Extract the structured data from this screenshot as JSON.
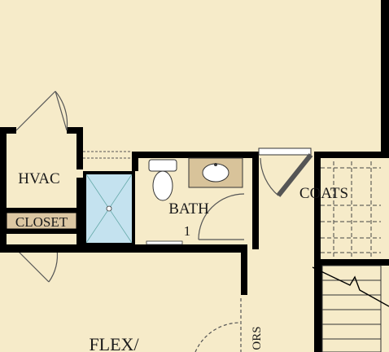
{
  "floorplan": {
    "colors": {
      "floor": "#f6ebc9",
      "wall": "#000000",
      "fixture": "#ffffff",
      "shower_glass": "#c4e2ef",
      "vanity_counter": "#d8c39a",
      "closet_band": "#dcc7a3",
      "thin_line": "#555555"
    },
    "rooms": {
      "hvac": "HVAC",
      "closet": "CLOSET",
      "bath": "BATH",
      "bath_number": "1",
      "coats": "COATS",
      "flex": "FLEX/",
      "doors_fragment": "ORS"
    },
    "icons": [
      "toilet-icon",
      "sink-icon",
      "shower-drain-icon",
      "stair-break-icon"
    ]
  }
}
